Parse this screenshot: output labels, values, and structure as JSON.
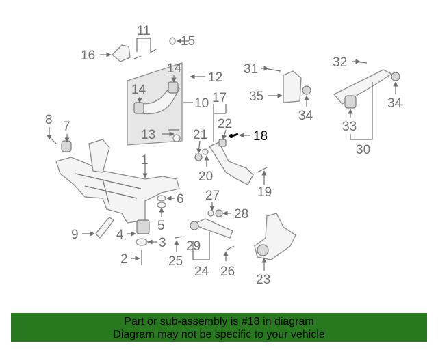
{
  "diagram": {
    "callouts": [
      "1",
      "2",
      "3",
      "4",
      "5",
      "6",
      "7",
      "8",
      "9",
      "10",
      "11",
      "12",
      "13",
      "14",
      "14",
      "15",
      "16",
      "17",
      "18",
      "19",
      "20",
      "21",
      "22",
      "23",
      "24",
      "25",
      "26",
      "27",
      "28",
      "29",
      "30",
      "31",
      "32",
      "33",
      "34",
      "34",
      "35"
    ],
    "highlighted_part": "18"
  },
  "colors": {
    "banner_background": "#27781f",
    "highlight": "#000000",
    "linework": "#6f6f6f"
  },
  "banner": {
    "line1": "Part or sub-assembly is #18 in diagram",
    "line2": "Diagram may not be specific to your vehicle"
  }
}
